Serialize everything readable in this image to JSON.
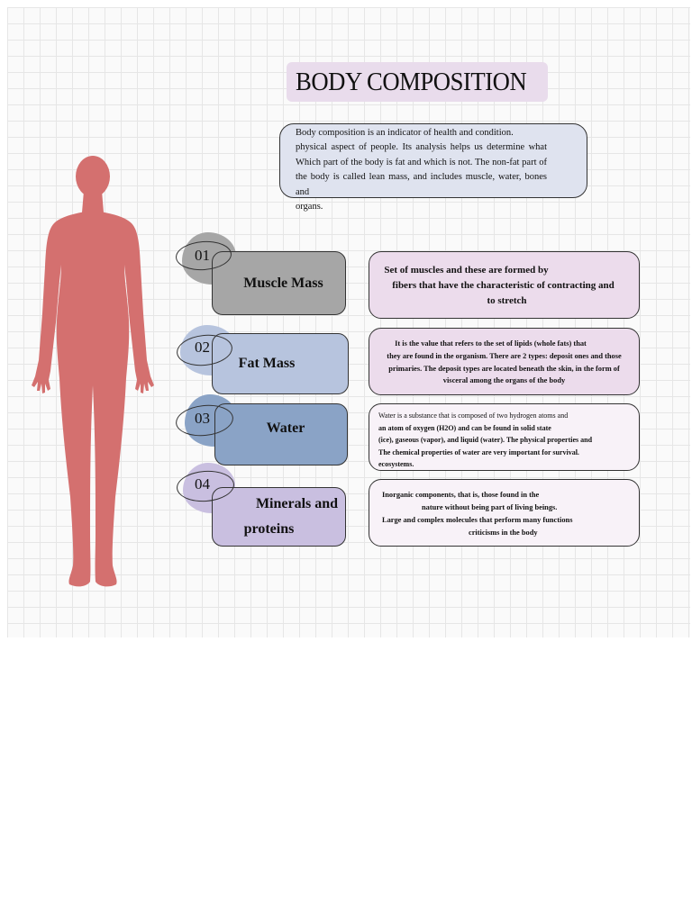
{
  "header": {
    "title": "BODY COMPOSITION",
    "intro_lines": [
      "Body composition is an indicator of health and condition.",
      "physical aspect of people. Its analysis helps us determine what",
      "Which part of the body is fat and which is not. The non-fat part of",
      "the body is called lean mass, and includes muscle, water, bones and",
      "organs."
    ]
  },
  "icons": {
    "figure": "human-silhouette-icon"
  },
  "colors": {
    "figure": "#d4706f",
    "muscle_box": "#a6a6a6",
    "fat_box": "#b7c4de",
    "water_box": "#8aa3c6",
    "minerals_box": "#c9bfe0",
    "pink_desc": "#ecdcec",
    "light_desc": "#f8f2f8"
  },
  "components": [
    {
      "number": "01",
      "label_lines": [
        "Muscle Mass"
      ],
      "desc_lines": [
        "Set of muscles and these are formed by",
        "fibers that have the characteristic of contracting and",
        "to stretch"
      ]
    },
    {
      "number": "02",
      "label_lines": [
        "Fat Mass"
      ],
      "desc_lines": [
        "It is the value that refers to the set of lipids (whole fats) that",
        "they are found in the organism. There are 2 types: deposit ones and those",
        "primaries. The deposit types are located beneath the skin, in the form of",
        "visceral among the organs of the body"
      ]
    },
    {
      "number": "03",
      "label_lines": [
        "Water"
      ],
      "desc_lines": [
        "Water is a substance that is composed of two hydrogen atoms and",
        "an atom of oxygen (H2O) and can be found in solid state",
        "(ice), gaseous (vapor), and liquid (water). The physical properties and",
        "The chemical properties of water are very important for survival.",
        "ecosystems."
      ]
    },
    {
      "number": "04",
      "label_lines": [
        "Minerals and",
        "proteins"
      ],
      "desc_lines": [
        "Inorganic components, that is, those found in the",
        "nature without being part of living beings.",
        "Large and complex molecules that perform many functions",
        "criticisms in the body"
      ]
    }
  ]
}
